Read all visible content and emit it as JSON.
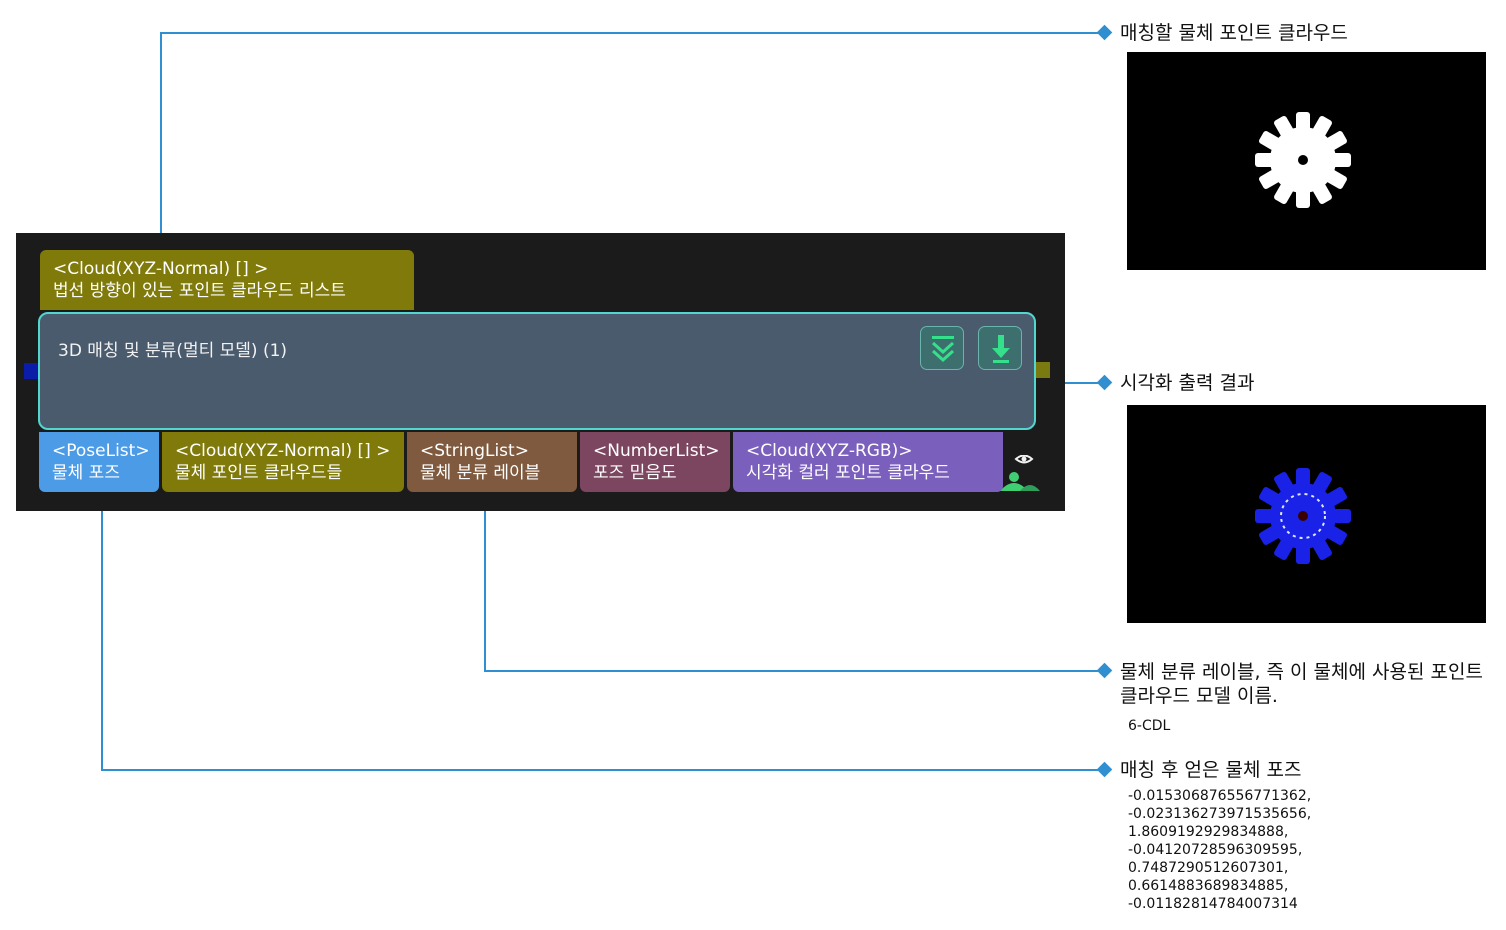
{
  "node": {
    "title": "3D 매칭 및 분류(멀티 모델) (1)",
    "border_color": "#52d6d0",
    "body_color": "#4a5b6e",
    "buttons": [
      "expand-chevrons-icon",
      "download-arrow-icon"
    ],
    "visualize_icon": "eye-person-icon"
  },
  "input_port": {
    "type": "<Cloud(XYZ-Normal) [] >",
    "label": "법선 방향이 있는 포인트 클라우드 리스트",
    "color": "#7f7a0a"
  },
  "output_ports": [
    {
      "type": "<PoseList>",
      "label": "물체 포즈",
      "color": "#4b9be6"
    },
    {
      "type": "<Cloud(XYZ-Normal) [] >",
      "label": "물체 포인트 클라우드들",
      "color": "#7f7a0a"
    },
    {
      "type": "<StringList>",
      "label": "물체 분류 레이블",
      "color": "#7f5a3e"
    },
    {
      "type": "<NumberList>",
      "label": "포즈 믿음도",
      "color": "#7c4660"
    },
    {
      "type": "<Cloud(XYZ-RGB)>",
      "label": "시각화 컬러 포인트 클라우드",
      "color": "#7b5fbd"
    }
  ],
  "annotations": {
    "input_cloud": "매칭할 물체 포인트 클라우드",
    "visual_output": "시각화 출력 결과",
    "label_line1": "물체 분류 레이블, 즉 이 물체에 사용된 포인트",
    "label_line2": "클라우드 모델 이름.",
    "label_example": "6-CDL",
    "pose": "매칭 후 얻은 물체 포즈",
    "pose_values": [
      "-0.015306876556771362,",
      "-0.023136273971535656,",
      "1.8609192929834888,",
      "-0.04120728596309595,",
      "0.7487290512607301,",
      "0.6614883689834885,",
      "-0.01182814784007314"
    ]
  },
  "connector_color": "#2f8fd1"
}
